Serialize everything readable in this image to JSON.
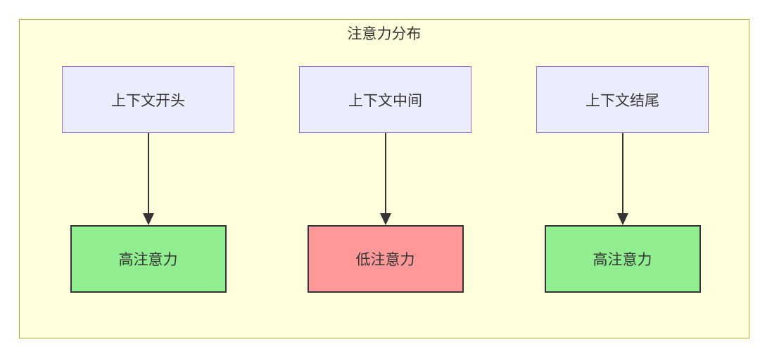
{
  "diagram": {
    "title": "注意力分布",
    "columns": [
      {
        "source": {
          "label": "上下文开头"
        },
        "target": {
          "label": "高注意力",
          "level": "high"
        }
      },
      {
        "source": {
          "label": "上下文中间"
        },
        "target": {
          "label": "低注意力",
          "level": "low"
        }
      },
      {
        "source": {
          "label": "上下文结尾"
        },
        "target": {
          "label": "高注意力",
          "level": "high"
        }
      }
    ],
    "colors": {
      "container_fill": "#ffffde",
      "container_border": "#aaaa33",
      "source_fill": "#ececff",
      "source_border": "#9370db",
      "high_attention_fill": "#90ee90",
      "low_attention_fill": "#ff9999",
      "target_border": "#333333",
      "arrow": "#333333"
    }
  }
}
